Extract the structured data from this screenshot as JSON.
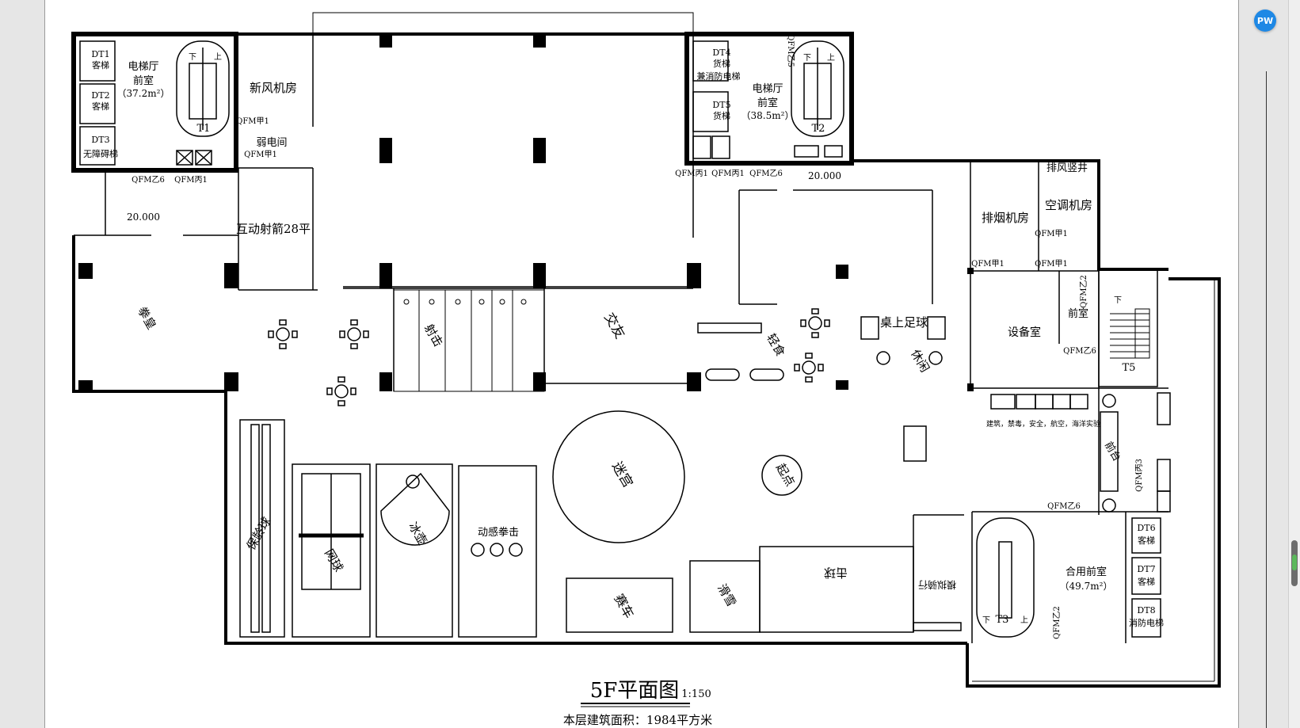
{
  "drawing": {
    "title": "5F平面图",
    "scale": "1:150",
    "area_text": "本层建筑面积：1984平方米"
  },
  "elevations": [
    "20.000",
    "20.000"
  ],
  "rooms": {
    "dt1": "DT1",
    "dt1_type": "客梯",
    "dt2": "DT2",
    "dt2_type": "客梯",
    "dt3": "DT3",
    "dt3_type": "无障碍梯",
    "lobby_left": "电梯厅",
    "lobby_left_sub": "前室",
    "lobby_left_area": "（37.2m²）",
    "t1": "T1",
    "fresh_air": "新风机房",
    "weak_elec": "弱电间",
    "archery": "互动射箭28平",
    "dt4": "DT4",
    "dt4_type": "货梯",
    "dt4_type2": "兼消防电梯",
    "dt5": "DT5",
    "dt5_type": "货梯",
    "lobby_right": "电梯厅",
    "lobby_right_sub": "前室",
    "lobby_right_area": "（38.5m²）",
    "t2": "T2",
    "smoke_room": "排烟机房",
    "exhaust_shaft": "排风竖井",
    "ac_room": "空调机房",
    "equipment": "设备室",
    "front_room": "前室",
    "t5": "T5",
    "boxing": "拳皇",
    "shooting": "射击",
    "social": "交友",
    "snack": "轻食",
    "billiards": "桌上足球",
    "rest": "休闲",
    "maze": "迷宫",
    "start": "起点",
    "bowling": "保龄球",
    "tennis": "网球",
    "curling": "冰壶",
    "dynamic_boxing": "动感拳击",
    "racing": "赛车",
    "skiing": "滑雪",
    "baseball": "击球",
    "vr_cycle": "模拟骑行",
    "reception": "前台",
    "science_note": "建筑，禁毒，安全，航空，海洋实验",
    "t3": "T3",
    "shared_lobby": "合用前室",
    "shared_lobby_area": "（49.7m²）",
    "dt6": "DT6",
    "dt6_type": "客梯",
    "dt7": "DT7",
    "dt7_type": "客梯",
    "dt8": "DT8",
    "dt8_type": "消防电梯"
  },
  "doors": {
    "qfmz6": "QFM乙6",
    "qfmb1": "QFM丙1",
    "qfmj1": "QFM甲1",
    "qfmz2": "QFM乙2",
    "qfmz5": "QFM乙5",
    "qfmb3": "QFM丙3"
  },
  "stairs": {
    "down": "下",
    "up": "上"
  },
  "ui": {
    "pdf_button": "PW"
  }
}
